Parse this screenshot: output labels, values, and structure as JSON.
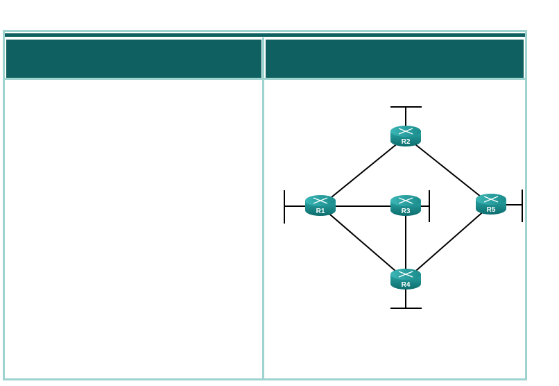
{
  "colors": {
    "header": "#0f6060",
    "border": "#9fd3d0",
    "router": "#1a8a8a"
  },
  "topology": {
    "routers": [
      {
        "id": "R1",
        "label": "R1"
      },
      {
        "id": "R2",
        "label": "R2"
      },
      {
        "id": "R3",
        "label": "R3"
      },
      {
        "id": "R4",
        "label": "R4"
      },
      {
        "id": "R5",
        "label": "R5"
      }
    ],
    "links": [
      [
        "R1",
        "R2"
      ],
      [
        "R2",
        "R5"
      ],
      [
        "R1",
        "R3"
      ],
      [
        "R1",
        "R4"
      ],
      [
        "R3",
        "R4"
      ],
      [
        "R5",
        "R4"
      ]
    ],
    "stub_networks": [
      "R1",
      "R2",
      "R3",
      "R4",
      "R5"
    ]
  }
}
